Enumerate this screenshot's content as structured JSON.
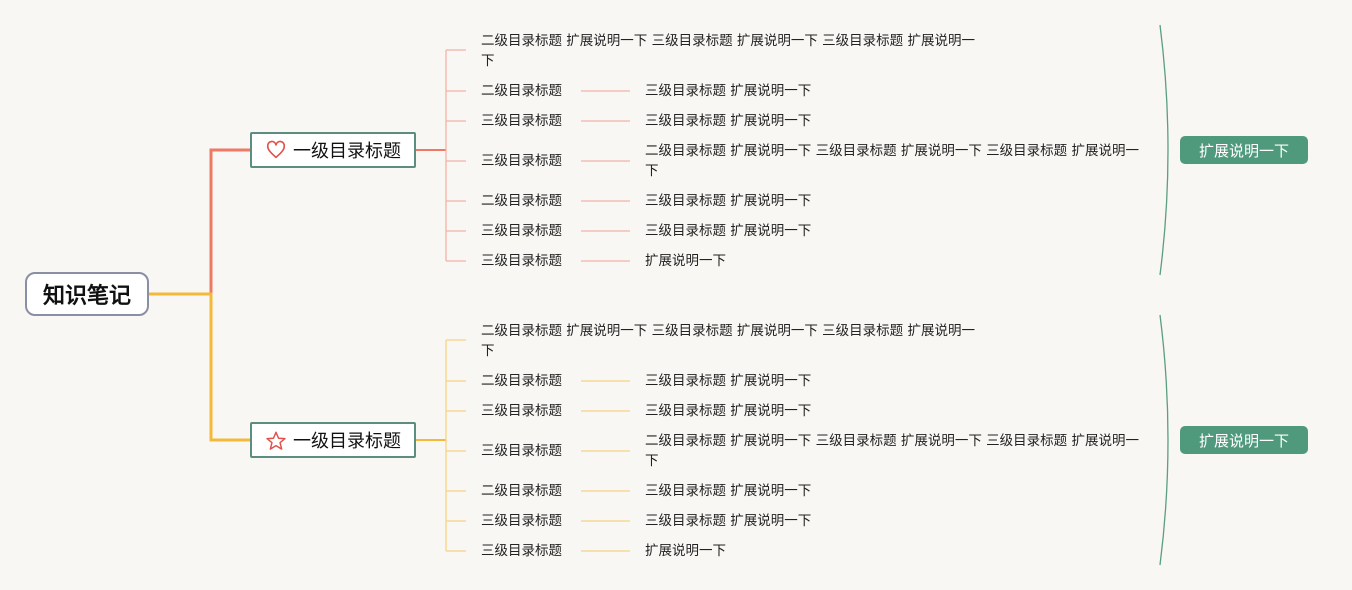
{
  "root": {
    "label": "知识笔记"
  },
  "branches": [
    {
      "label": "一级目录标题",
      "icon": "heart-icon",
      "color": "#ee7a66",
      "sub_color": "#f2b2a6",
      "summary": "扩展说明一下",
      "items": [
        {
          "text": "二级目录标题 扩展说明一下 三级目录标题 扩展说明一下 三级目录标题 扩展说明一下",
          "child": null
        },
        {
          "text": "二级目录标题",
          "child": "三级目录标题 扩展说明一下"
        },
        {
          "text": "三级目录标题",
          "child": "三级目录标题 扩展说明一下"
        },
        {
          "text": "三级目录标题",
          "child": "二级目录标题 扩展说明一下 三级目录标题 扩展说明一下 三级目录标题 扩展说明一下"
        },
        {
          "text": "二级目录标题",
          "child": "三级目录标题 扩展说明一下"
        },
        {
          "text": "三级目录标题",
          "child": "三级目录标题 扩展说明一下"
        },
        {
          "text": "三级目录标题",
          "child": "扩展说明一下"
        }
      ]
    },
    {
      "label": "一级目录标题",
      "icon": "star-icon",
      "color": "#f4b83a",
      "sub_color": "#f7d383",
      "summary": "扩展说明一下",
      "items": [
        {
          "text": "二级目录标题 扩展说明一下 三级目录标题 扩展说明一下 三级目录标题 扩展说明一下",
          "child": null
        },
        {
          "text": "二级目录标题",
          "child": "三级目录标题 扩展说明一下"
        },
        {
          "text": "三级目录标题",
          "child": "三级目录标题 扩展说明一下"
        },
        {
          "text": "三级目录标题",
          "child": "二级目录标题 扩展说明一下 三级目录标题 扩展说明一下 三级目录标题 扩展说明一下"
        },
        {
          "text": "二级目录标题",
          "child": "三级目录标题 扩展说明一下"
        },
        {
          "text": "三级目录标题",
          "child": "三级目录标题 扩展说明一下"
        },
        {
          "text": "三级目录标题",
          "child": "扩展说明一下"
        }
      ]
    }
  ]
}
